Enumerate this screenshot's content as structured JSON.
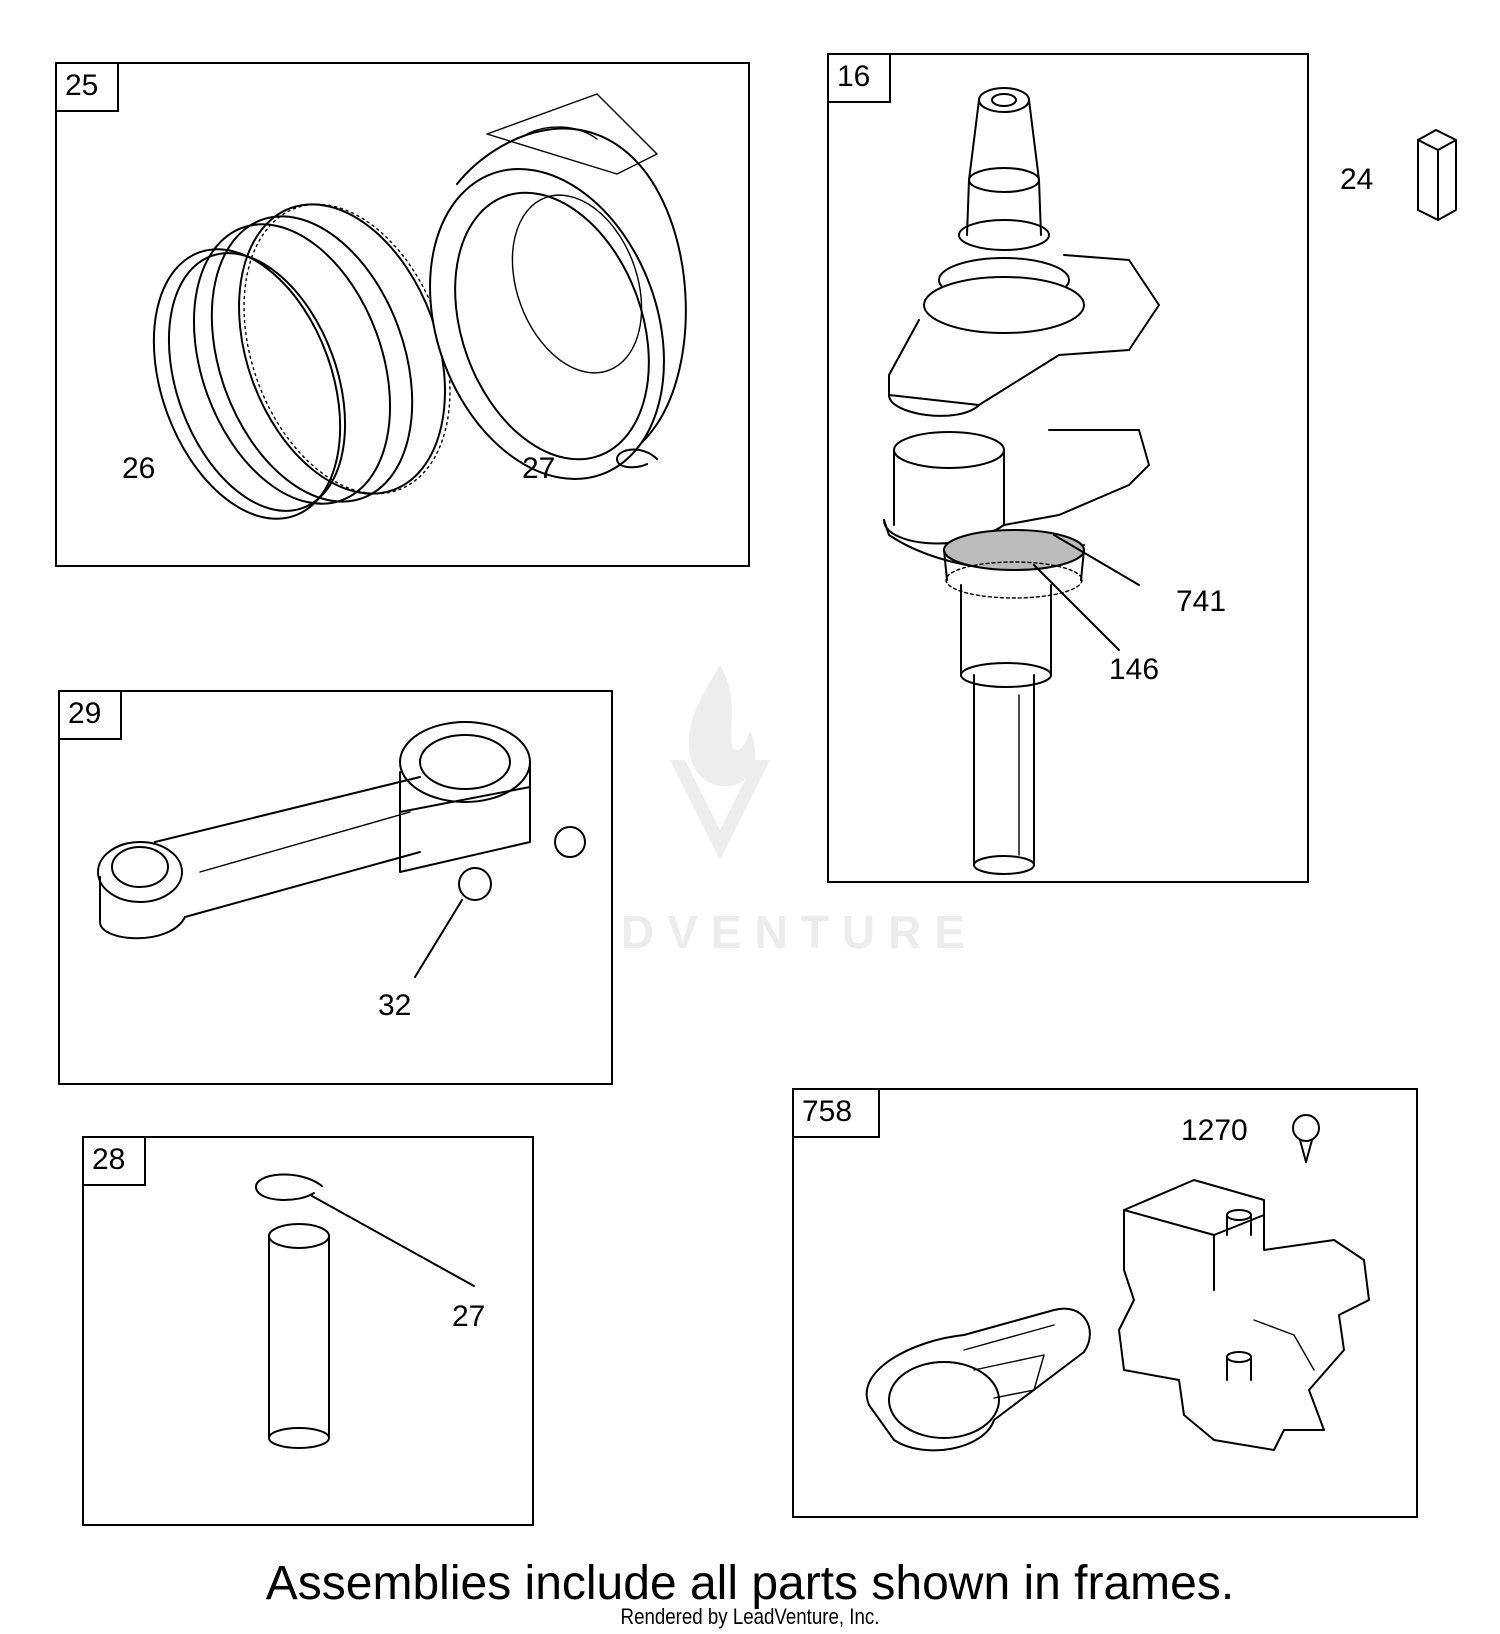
{
  "frames": {
    "piston": {
      "id": "25",
      "callouts": {
        "rings": "26",
        "clip": "27"
      }
    },
    "crankshaft": {
      "id": "16",
      "callouts": {
        "gear": "741",
        "key": "146"
      }
    },
    "connecting_rod": {
      "id": "29",
      "callouts": {
        "bolt": "32"
      }
    },
    "pin": {
      "id": "28",
      "callouts": {
        "clip": "27"
      }
    },
    "counterweight": {
      "id": "758",
      "callouts": {
        "screw": "1270"
      }
    }
  },
  "loose_parts": {
    "key": "24"
  },
  "watermark": {
    "text": "LEADVENTURE"
  },
  "footer": {
    "note": "Assemblies include all parts shown in frames.",
    "rendered_by": "Rendered by LeadVenture, Inc."
  }
}
